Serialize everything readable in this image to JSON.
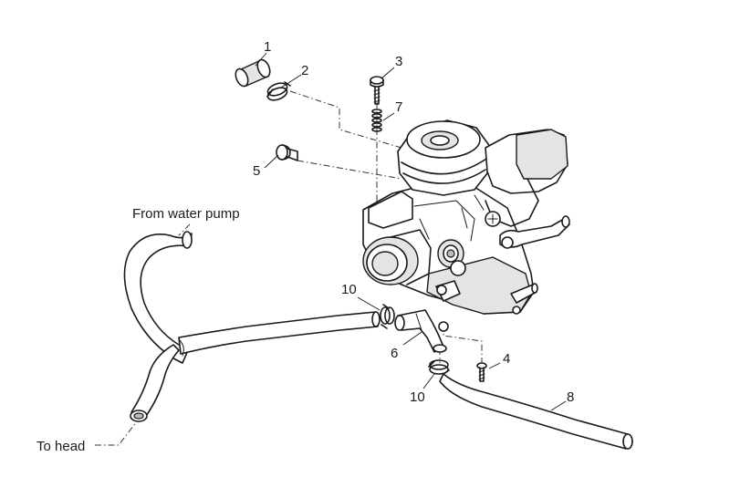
{
  "callouts": {
    "c1": "1",
    "c2": "2",
    "c3": "3",
    "c4": "4",
    "c5": "5",
    "c6": "6",
    "c7": "7",
    "c8": "8",
    "c10a": "10",
    "c10b": "10"
  },
  "labels": {
    "from_water_pump": "From water pump",
    "to_head": "To head"
  }
}
